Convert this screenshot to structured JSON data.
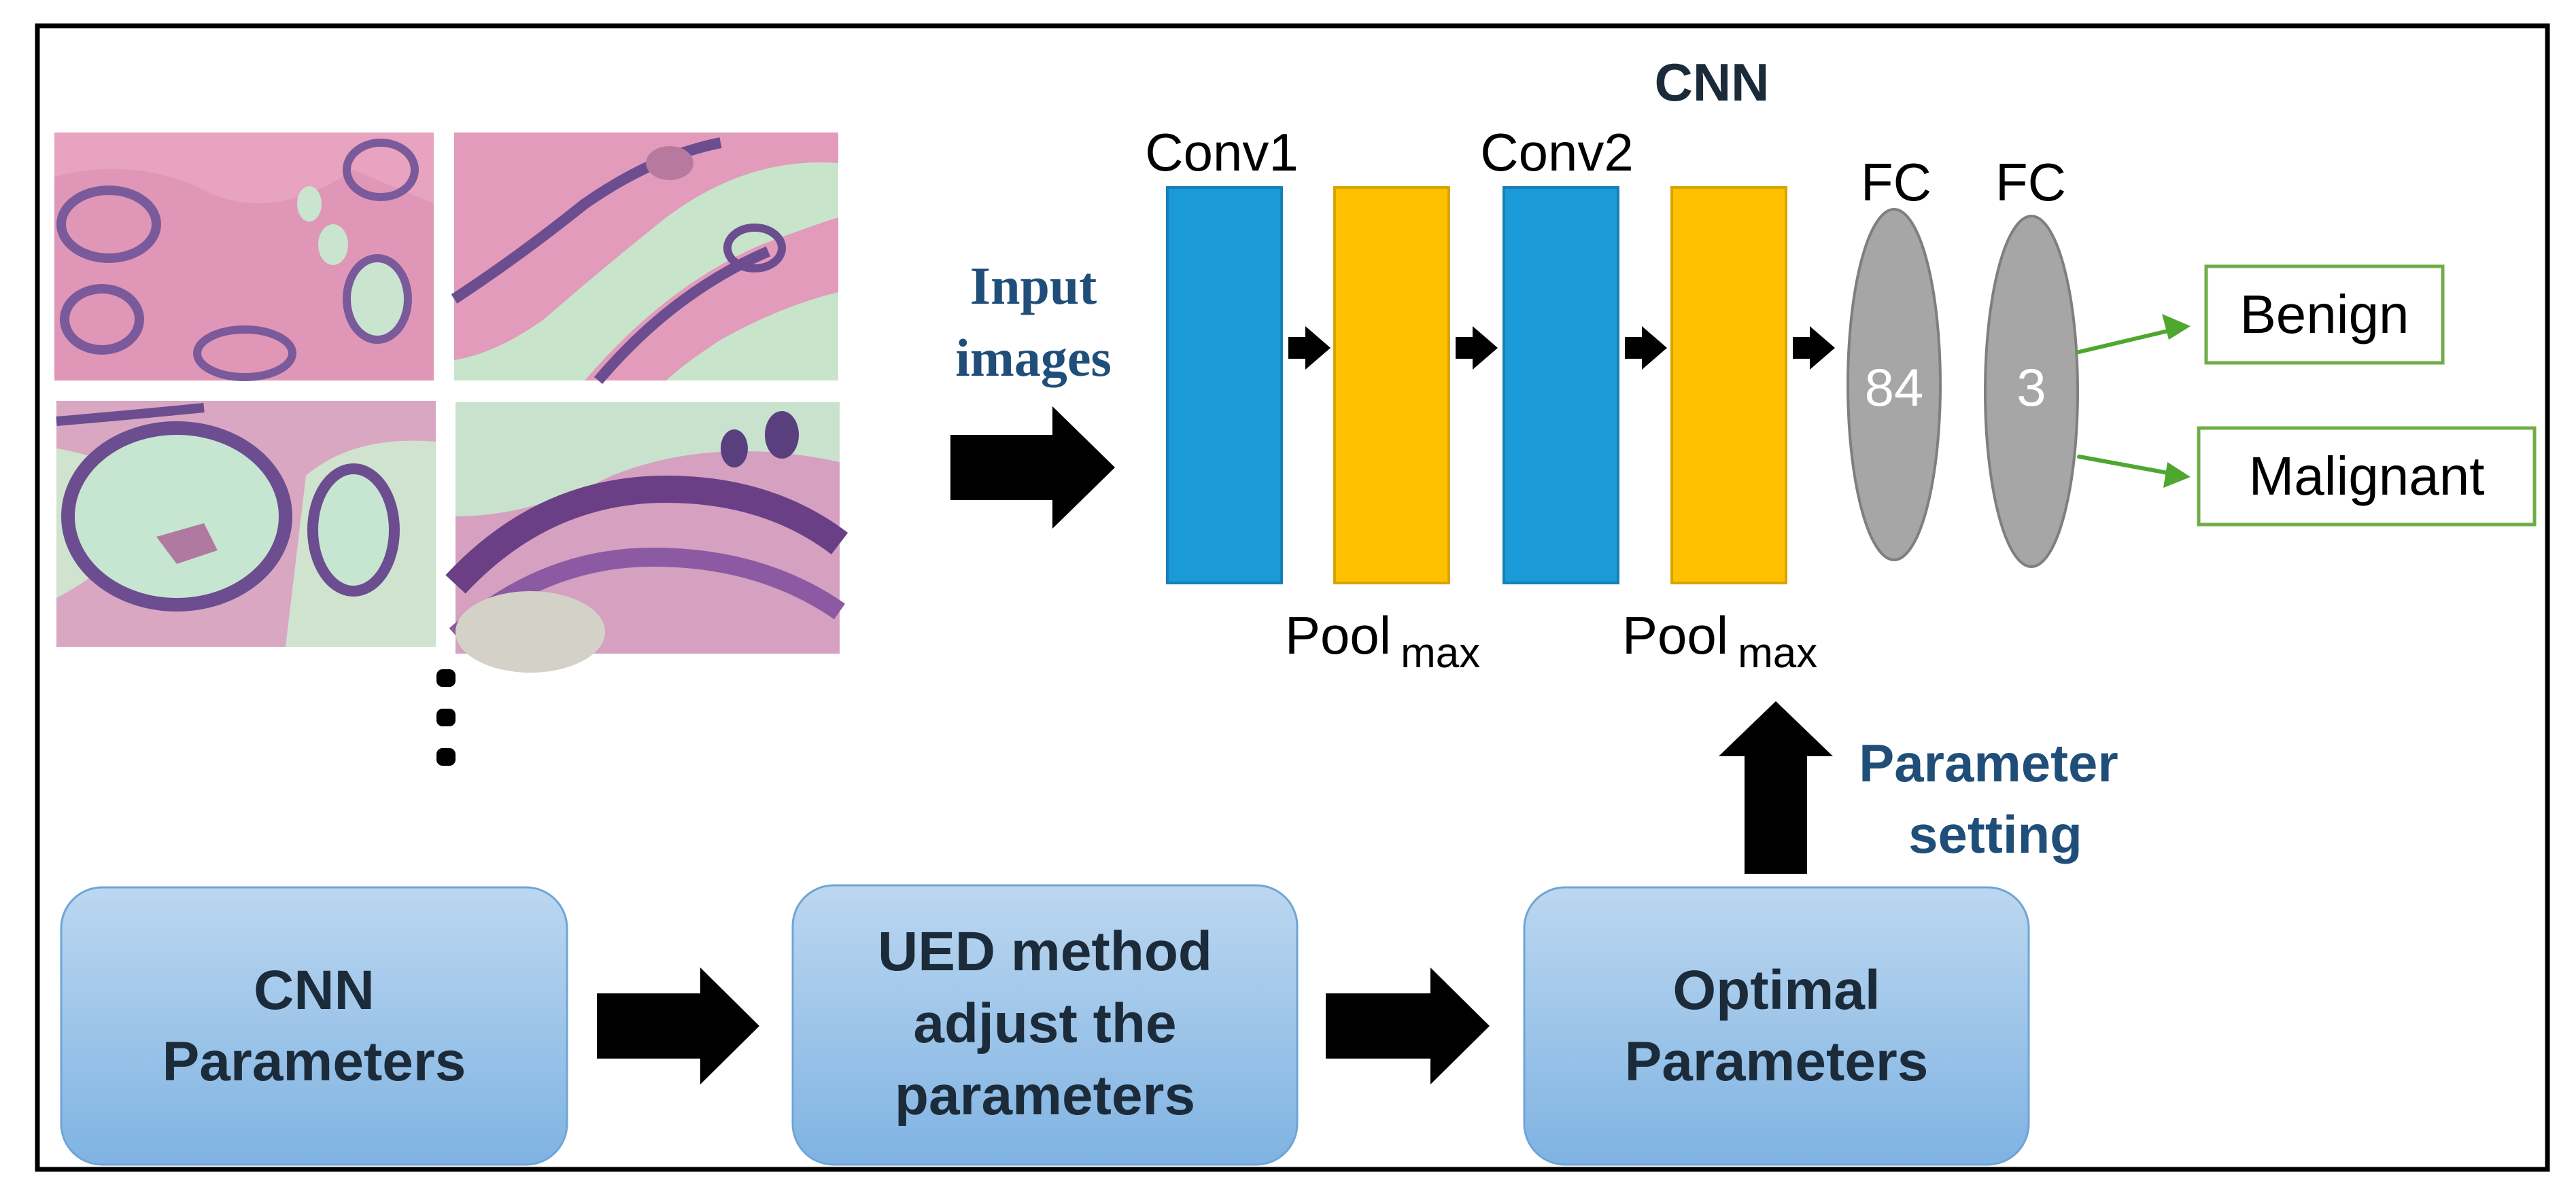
{
  "cnn": {
    "title": "CNN",
    "layers": {
      "conv1": "Conv1",
      "conv2": "Conv2",
      "pool1": "Pool",
      "pool1_sub": "max",
      "pool2": "Pool",
      "pool2_sub": "max",
      "fc1": "FC",
      "fc2": "FC",
      "fc1_units": "84",
      "fc2_units": "3"
    }
  },
  "input": {
    "line1": "Input",
    "line2": "images"
  },
  "outputs": {
    "benign": "Benign",
    "malignant": "Malignant"
  },
  "parameter_setting": {
    "line1": "Parameter",
    "line2": "setting"
  },
  "process": {
    "box1": {
      "line1": "CNN",
      "line2": "Parameters"
    },
    "box2": {
      "line1": "UED method",
      "line2": "adjust the",
      "line3": "parameters"
    },
    "box3": {
      "line1": "Optimal",
      "line2": "Parameters"
    }
  },
  "colors": {
    "conv": "#1a9ad6",
    "pool": "#ffc000",
    "fc": "#a6a6a6",
    "output_border": "#70ad47",
    "arrow_green": "#4ea72e",
    "label_blue": "#1f4e79",
    "process_box_top": "#b8d4ee",
    "process_box_bottom": "#7db2e0",
    "process_text": "#1c2b3a"
  },
  "icons": {
    "image_panel": "histology-image",
    "ellipsis": "vertical-ellipsis-icon"
  }
}
